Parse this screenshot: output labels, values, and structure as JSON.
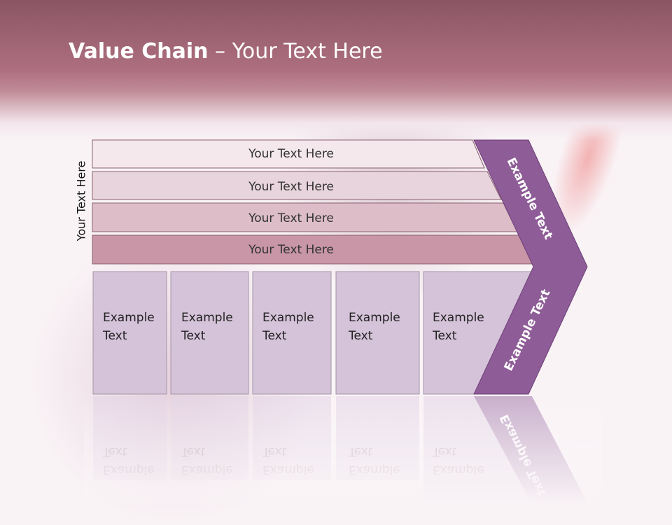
{
  "title": {
    "bold": "Value Chain",
    "rest": "Your Text Here"
  },
  "axis_label": "Your Text Here",
  "rows": [
    {
      "label": "Your Text Here",
      "color": "#f4e8ed"
    },
    {
      "label": "Your Text Here",
      "color": "#e8d4dc"
    },
    {
      "label": "Your Text Here",
      "color": "#dcbdc8"
    },
    {
      "label": "Your Text Here",
      "color": "#c896a6"
    }
  ],
  "columns": [
    {
      "line1": "Example",
      "line2": "Text"
    },
    {
      "line1": "Example",
      "line2": "Text"
    },
    {
      "line1": "Example",
      "line2": "Text"
    },
    {
      "line1": "Example",
      "line2": "Text"
    },
    {
      "line1": "Example",
      "line2": "Text"
    }
  ],
  "chevron": {
    "upper": "Example Text",
    "lower": "Example Text"
  },
  "colors": {
    "column_fill": "#d5c3d9",
    "chevron_fill": "#8e5c97",
    "header": "#a86b7c"
  }
}
